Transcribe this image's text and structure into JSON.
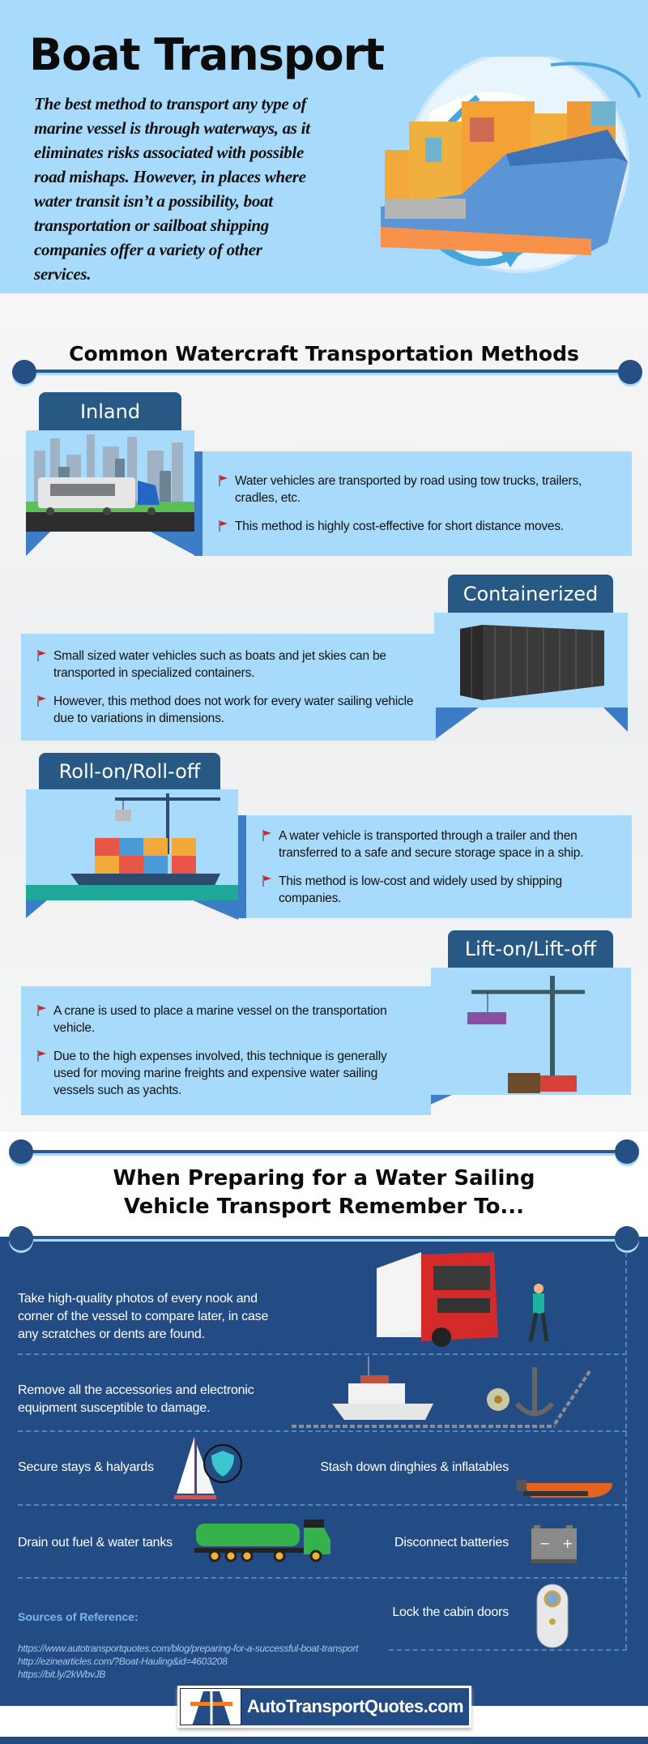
{
  "hero": {
    "title": "Boat Transport",
    "intro": "The best method to transport any type of marine vessel is through waterways, as it eliminates risks associated with possible road mishaps. However, in places where water transit isn’t a possibility, boat transportation or sailboat shipping companies offer a variety of other services."
  },
  "methods": {
    "heading": "Common Watercraft Transportation Methods",
    "items": [
      {
        "label": "Inland",
        "points": [
          "Water vehicles are transported by road using tow trucks, trailers, cradles, etc.",
          "This method is highly cost-effective for short distance moves."
        ]
      },
      {
        "label": "Containerized",
        "points": [
          "Small sized water vehicles such as boats and jet skies can be transported in specialized containers.",
          "However, this method does not work for every water sailing vehicle due to variations in dimensions."
        ]
      },
      {
        "label": "Roll-on/Roll-off",
        "points": [
          "A water vehicle is transported through a trailer and then transferred to a safe and secure storage space in a ship.",
          "This method is low-cost and widely used by shipping companies."
        ]
      },
      {
        "label": "Lift-on/Lift-off",
        "points": [
          "A crane is used to place a marine vessel on the transportation vehicle.",
          "Due to the high expenses involved, this technique is generally used for moving marine freights and expensive water sailing vessels such as yachts."
        ]
      }
    ]
  },
  "prep": {
    "heading_line1": "When Preparing for a Water Sailing",
    "heading_line2": "Vehicle Transport Remember To...",
    "tips": [
      "Take high-quality photos of every nook and corner of the vessel to compare later, in case any scratches or dents are found.",
      "Remove all the accessories and electronic equipment susceptible to damage.",
      "Secure stays & halyards",
      "Stash down dinghies & inflatables",
      "Drain out fuel & water tanks",
      "Disconnect batteries",
      "Lock the cabin doors"
    ]
  },
  "sources": {
    "heading": "Sources of Reference:",
    "urls": [
      "https://www.autotransportquotes.com/blog/preparing-for-a-successful-boat-transport",
      "http://ezinearticles.com/?Boat-Hauling&id=4603208",
      "https://bit.ly/2kWbvJB"
    ]
  },
  "brand": {
    "name": "AutoTransportQuotes.com"
  },
  "colors": {
    "sky": "#a8dbfb",
    "tab": "#275984",
    "fold": "#3d7cc6",
    "dark": "#234c84",
    "flag": "#c8262e"
  }
}
